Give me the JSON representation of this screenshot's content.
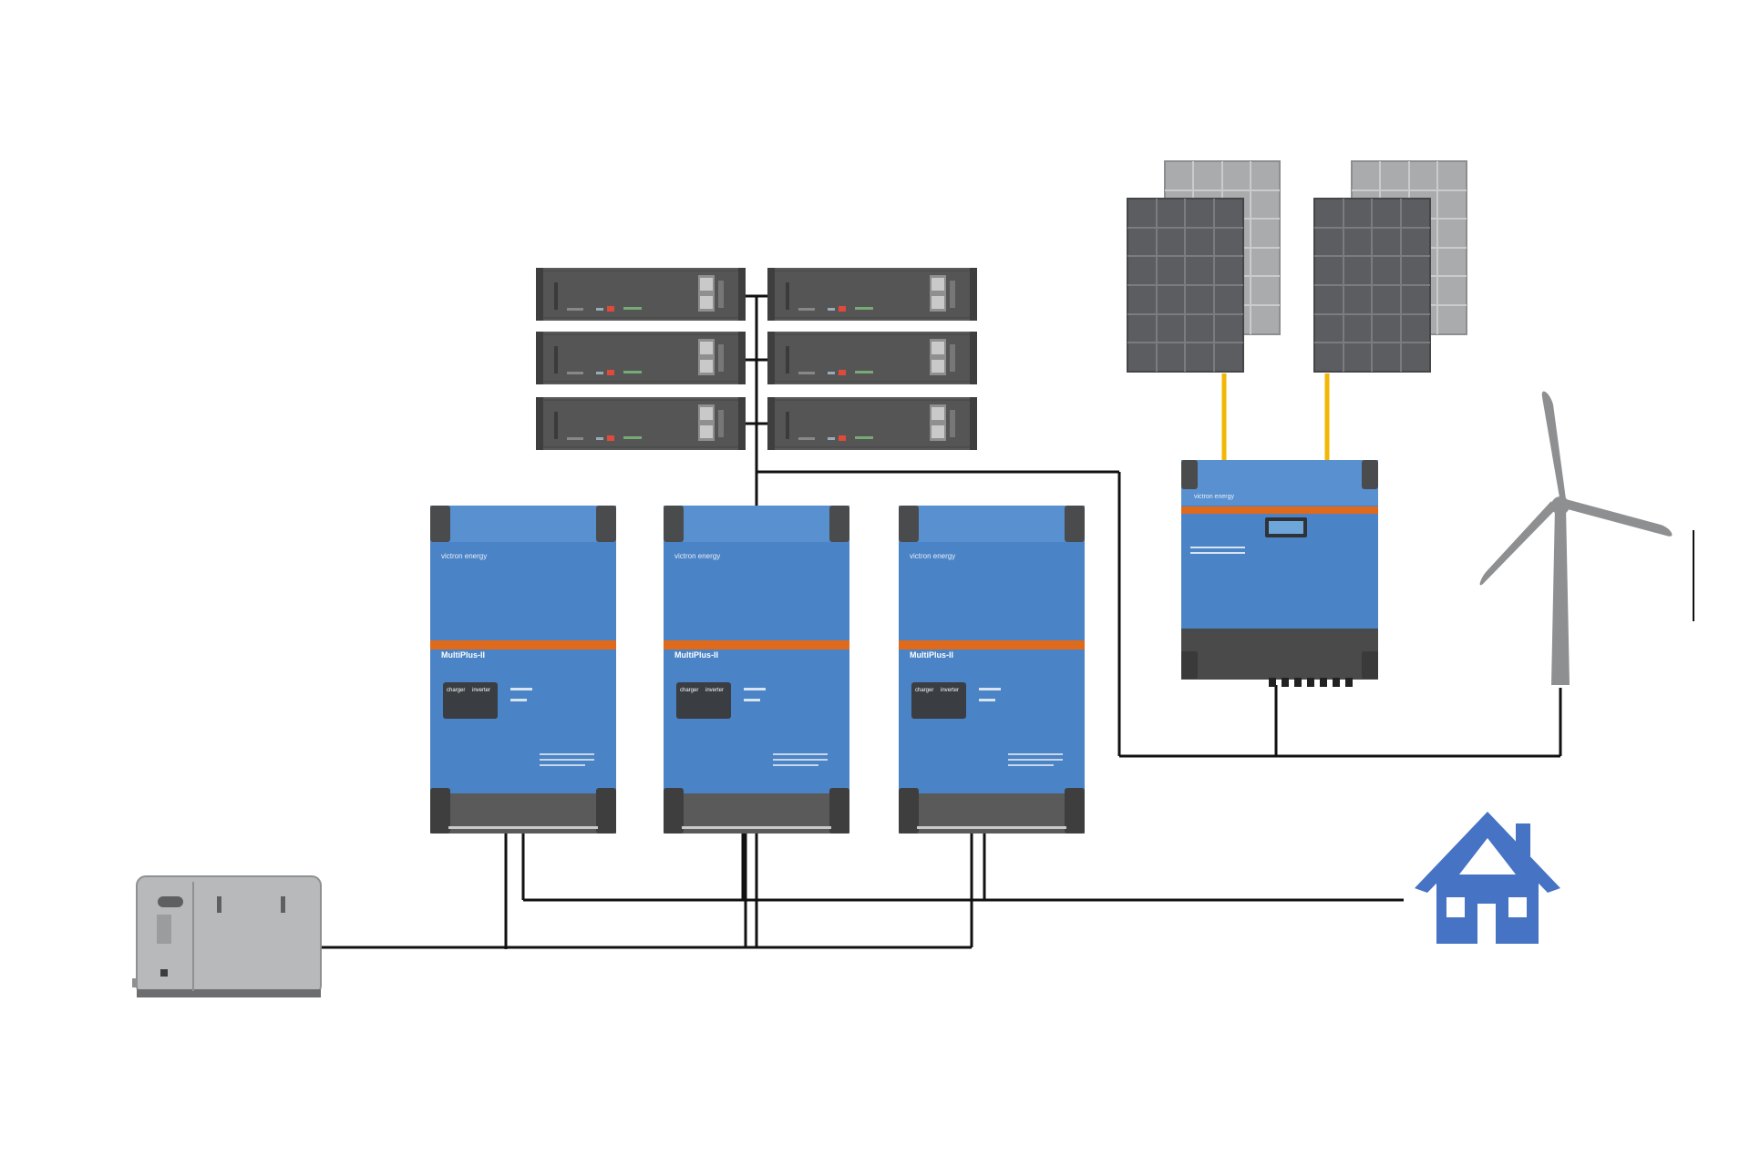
{
  "brand": "victron energy",
  "inverters": [
    {
      "model": "MultiPlus-II",
      "panel_left": "charger",
      "panel_right": "inverter"
    },
    {
      "model": "MultiPlus-II",
      "panel_left": "charger",
      "panel_right": "inverter"
    },
    {
      "model": "MultiPlus-II",
      "panel_left": "charger",
      "panel_right": "inverter"
    }
  ],
  "colors": {
    "victron_blue": "#4a83c6",
    "victron_blue_top": "#5890d0",
    "accent_orange": "#e06a1c",
    "dark_gray": "#5a5a5a",
    "panel_dark": "#5b5d60",
    "panel_light": "#a9abad",
    "solar_cable": "#f2b705",
    "house_blue": "#4673c4",
    "generator_gray": "#b7b9ba",
    "turbine_gray": "#8e8f91",
    "wire": "#111111"
  },
  "icons": [
    "battery-module-icon",
    "inverter-charger-icon",
    "mppt-controller-icon",
    "solar-panel-icon",
    "wind-turbine-icon",
    "house-icon",
    "generator-icon"
  ]
}
